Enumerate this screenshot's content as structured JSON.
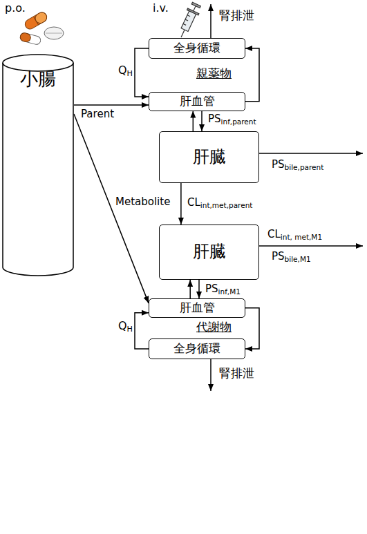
{
  "diagram": {
    "nodes": [
      {
        "text": [
          "全身循環"
        ]
      },
      {
        "text": [
          "肝血管"
        ]
      },
      {
        "text": [
          "肝臓"
        ]
      },
      {
        "text": [
          "肝臓"
        ]
      },
      {
        "text": [
          "肝血管"
        ]
      },
      {
        "text": [
          "全身循環"
        ]
      },
      {
        "text": [
          "小腸"
        ]
      }
    ],
    "edges": [
      {
        "from": 0,
        "to": 1,
        "arrow": "to"
      },
      {
        "from": 1,
        "to": 0,
        "arrow": "to"
      },
      {
        "from": 2,
        "to": 1,
        "arrow": "to"
      },
      {
        "from": 1,
        "to": 2,
        "label": "PSinf,parent",
        "arrow": "to"
      },
      {
        "from": 2,
        "to": 3,
        "label": "CLint,met,parent",
        "arrow": "to"
      },
      {
        "from": 6,
        "to": 1,
        "label": "Parent",
        "arrow": "to"
      },
      {
        "from": 6,
        "to": 4,
        "label": "Metabolite",
        "arrow": "to"
      },
      {
        "from": 4,
        "to": 3,
        "arrow": "to"
      },
      {
        "from": 3,
        "to": 4,
        "label": "PSinf,M1",
        "arrow": "to"
      },
      {
        "from": 5,
        "to": 4,
        "arrow": "to"
      },
      {
        "from": 4,
        "to": 5,
        "arrow": "to"
      }
    ],
    "labels": [
      "p.o.",
      "i.v.",
      "腎排泄",
      "QH",
      "親薬物",
      "PSbile,parent",
      "CLint, met,M1",
      "PSbile,M1",
      "QH",
      "代謝物",
      "腎排泄"
    ]
  }
}
